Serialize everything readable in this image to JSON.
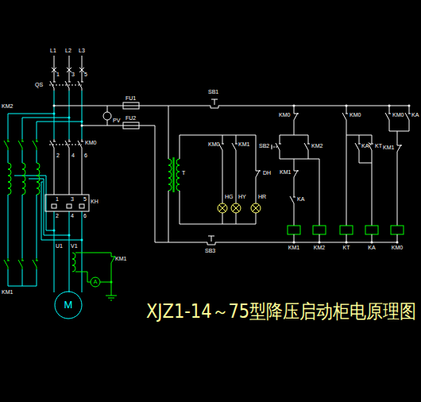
{
  "diagram": {
    "title": "XJZ1-14～75型降压启动柜电原理图",
    "labels": [
      "L1",
      "L2",
      "L3",
      "1",
      "3",
      "5",
      "QS",
      "FU1",
      "FU2",
      "PV",
      "SB1",
      "KM2",
      "KM0",
      "2",
      "4",
      "6",
      "KH",
      "1",
      "3",
      "5",
      "2",
      "4",
      "6",
      "U1",
      "V1",
      "KM1",
      "KM1",
      "A",
      "M",
      "T",
      "KM0",
      "KM1",
      "DH",
      "HG",
      "HY",
      "HR",
      "SB3",
      "KM0",
      "SB2",
      "KM2",
      "KM1",
      "KA",
      "KM0",
      "KA",
      "KT",
      "KM0",
      "KA",
      "KM1",
      "KM1",
      "KM2",
      "KT",
      "KA",
      "KM0"
    ]
  }
}
